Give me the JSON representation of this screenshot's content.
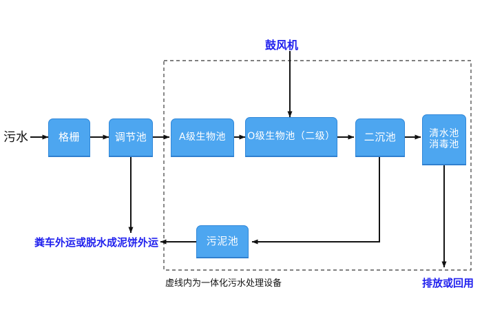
{
  "diagram": {
    "title_note": "虚线内为一体化污水处理设备",
    "colors": {
      "node_fill": "#4da6f0",
      "node_border": "#2f86d8",
      "node_text": "#ffffff",
      "blue_label": "#2020ee",
      "black_label": "#111111",
      "dashed_border": "#555555",
      "arrow": "#111111"
    },
    "input_label": "污水",
    "blower_label": "鼓风机",
    "sludge_out_label": "粪车外运或脱水成泥饼外运",
    "discharge_label": "排放或回用",
    "enclosure_note": "虚线内为一体化污水处理设备",
    "nodes": [
      {
        "id": "grid",
        "label": "格栅"
      },
      {
        "id": "regulating-tank",
        "label": "调节池"
      },
      {
        "id": "a-stage-bio-tank",
        "label": "A级生物池"
      },
      {
        "id": "o-stage-bio-tank",
        "label": "O级生物池（二级）"
      },
      {
        "id": "secondary-sedimentation-tank",
        "label": "二沉池"
      },
      {
        "id": "clean-water-tank-line1",
        "label": "清水池"
      },
      {
        "id": "clean-water-tank-line2",
        "label": "消毒池"
      },
      {
        "id": "sludge-tank",
        "label": "污泥池"
      }
    ]
  }
}
